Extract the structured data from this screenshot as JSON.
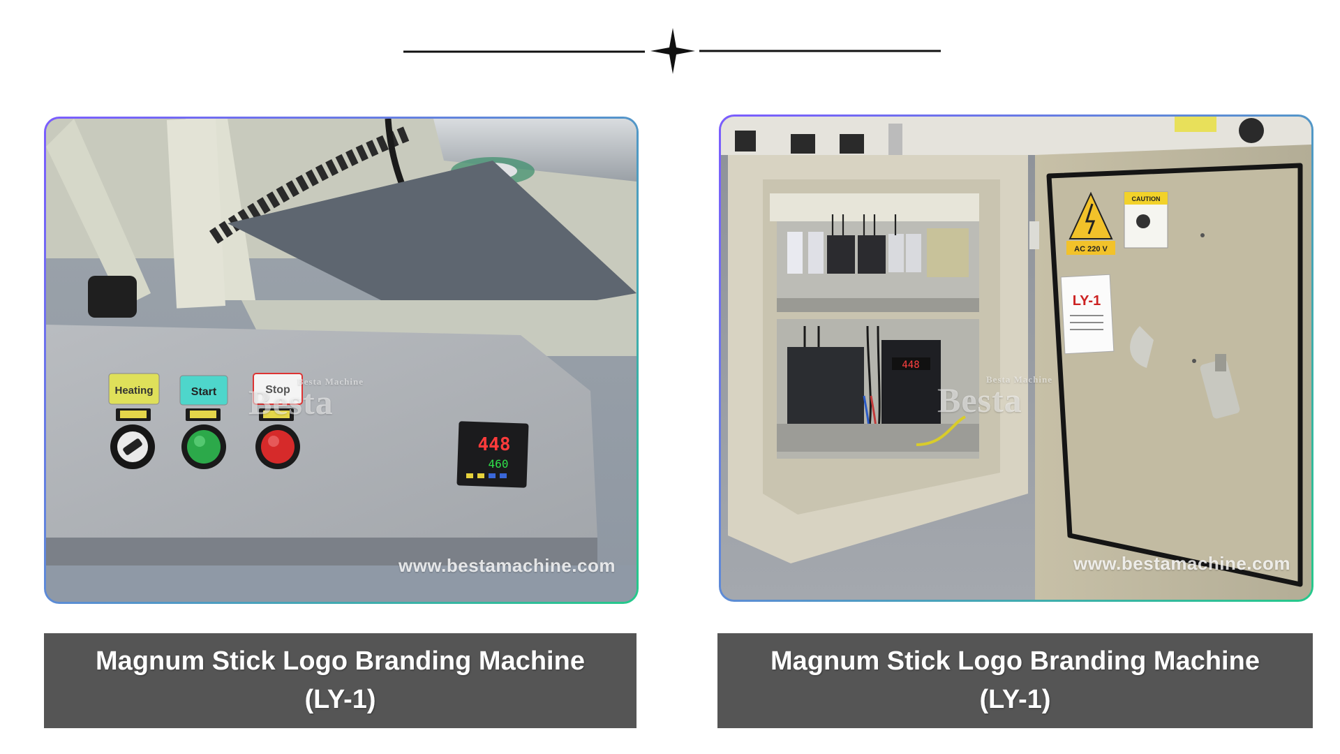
{
  "ornament": {
    "icon": "four-point-star-icon",
    "color": "#111111"
  },
  "colors": {
    "caption_background": "#555555",
    "caption_text": "#ffffff",
    "border_gradient": [
      "#7b5cff",
      "#25c98a"
    ]
  },
  "cards": [
    {
      "photo": {
        "subject": "control-panel-closeup",
        "buttons": [
          {
            "label": "Heating",
            "color": "#e6e24a"
          },
          {
            "label": "Start",
            "color": "#3fd3c8"
          },
          {
            "label": "Stop",
            "color": "#e04040"
          }
        ],
        "temperature_display": {
          "pv": "448",
          "sv": "460"
        },
        "watermark_brand_small": "Besta Machine",
        "watermark_brand": "Besta",
        "watermark_url": "www.bestamachine.com"
      },
      "caption": {
        "line1": "Magnum Stick Logo Branding Machine",
        "line2": "(LY-1)"
      }
    },
    {
      "photo": {
        "subject": "open-electrical-cabinet",
        "door_label_model": "LY-1",
        "warning_label": "AC 220 V",
        "caution_label": "CAUTION",
        "watermark_brand_small": "Besta Machine",
        "watermark_brand": "Besta",
        "watermark_url": "www.bestamachine.com"
      },
      "caption": {
        "line1": "Magnum Stick Logo Branding Machine",
        "line2": "(LY-1)"
      }
    }
  ]
}
